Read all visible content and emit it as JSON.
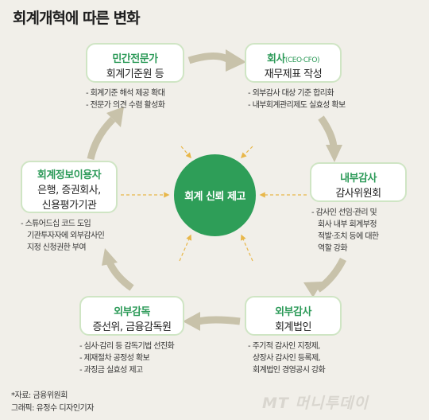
{
  "title": "회계개혁에 따른 변화",
  "center": "회계 신뢰 제고",
  "nodes": {
    "top_left": {
      "head": "민간전문가",
      "sub": "회계기준원 등"
    },
    "top_right": {
      "head": "회사",
      "head_small": "(CEO·CFO)",
      "sub": "재무제표 작성"
    },
    "right": {
      "head": "내부감사",
      "sub": "감사위원회"
    },
    "bottom_right": {
      "head": "외부감사",
      "sub": "회계법인"
    },
    "bottom_left": {
      "head": "외부감독",
      "sub": "증선위, 금융감독원"
    },
    "left": {
      "head": "회계정보이용자",
      "sub1": "은행, 증권회사,",
      "sub2": "신용평가기관"
    }
  },
  "notes": {
    "top_left": [
      "- 회계기준 해석 제공 확대",
      "- 전문가 의견 수렴 활성화"
    ],
    "top_right": [
      "- 외부감사 대상 기준 합리화",
      "- 내부회계관리제도 실효성 확보"
    ],
    "right": [
      "- 감사인 선임·관리 및",
      "회사 내부 회계부정",
      "적발·조치 등에 대한",
      "역할 강화"
    ],
    "bottom_right": [
      "- 주기적 감사인 지정제,",
      "상장사 감사인 등록제,",
      "회계법인 경영공시 강화"
    ],
    "bottom_left": [
      "- 심사·감리 등 감독기법 선진화",
      "- 제재절차 공정성 확보",
      "- 과징금 실효성 제고"
    ],
    "left": [
      "- 스튜어드십 코드 도입",
      "기관투자자에 외부감사인",
      "지정 신청권한 부여"
    ]
  },
  "source": "*자료: 금융위원회",
  "credit": "그래픽: 유정수 디자인기자",
  "watermark": "MT 머니투데이",
  "colors": {
    "green": "#2e9e58",
    "arrow": "#c8c2aa",
    "dash": "#e8b74a",
    "bg": "#f1efe9"
  }
}
